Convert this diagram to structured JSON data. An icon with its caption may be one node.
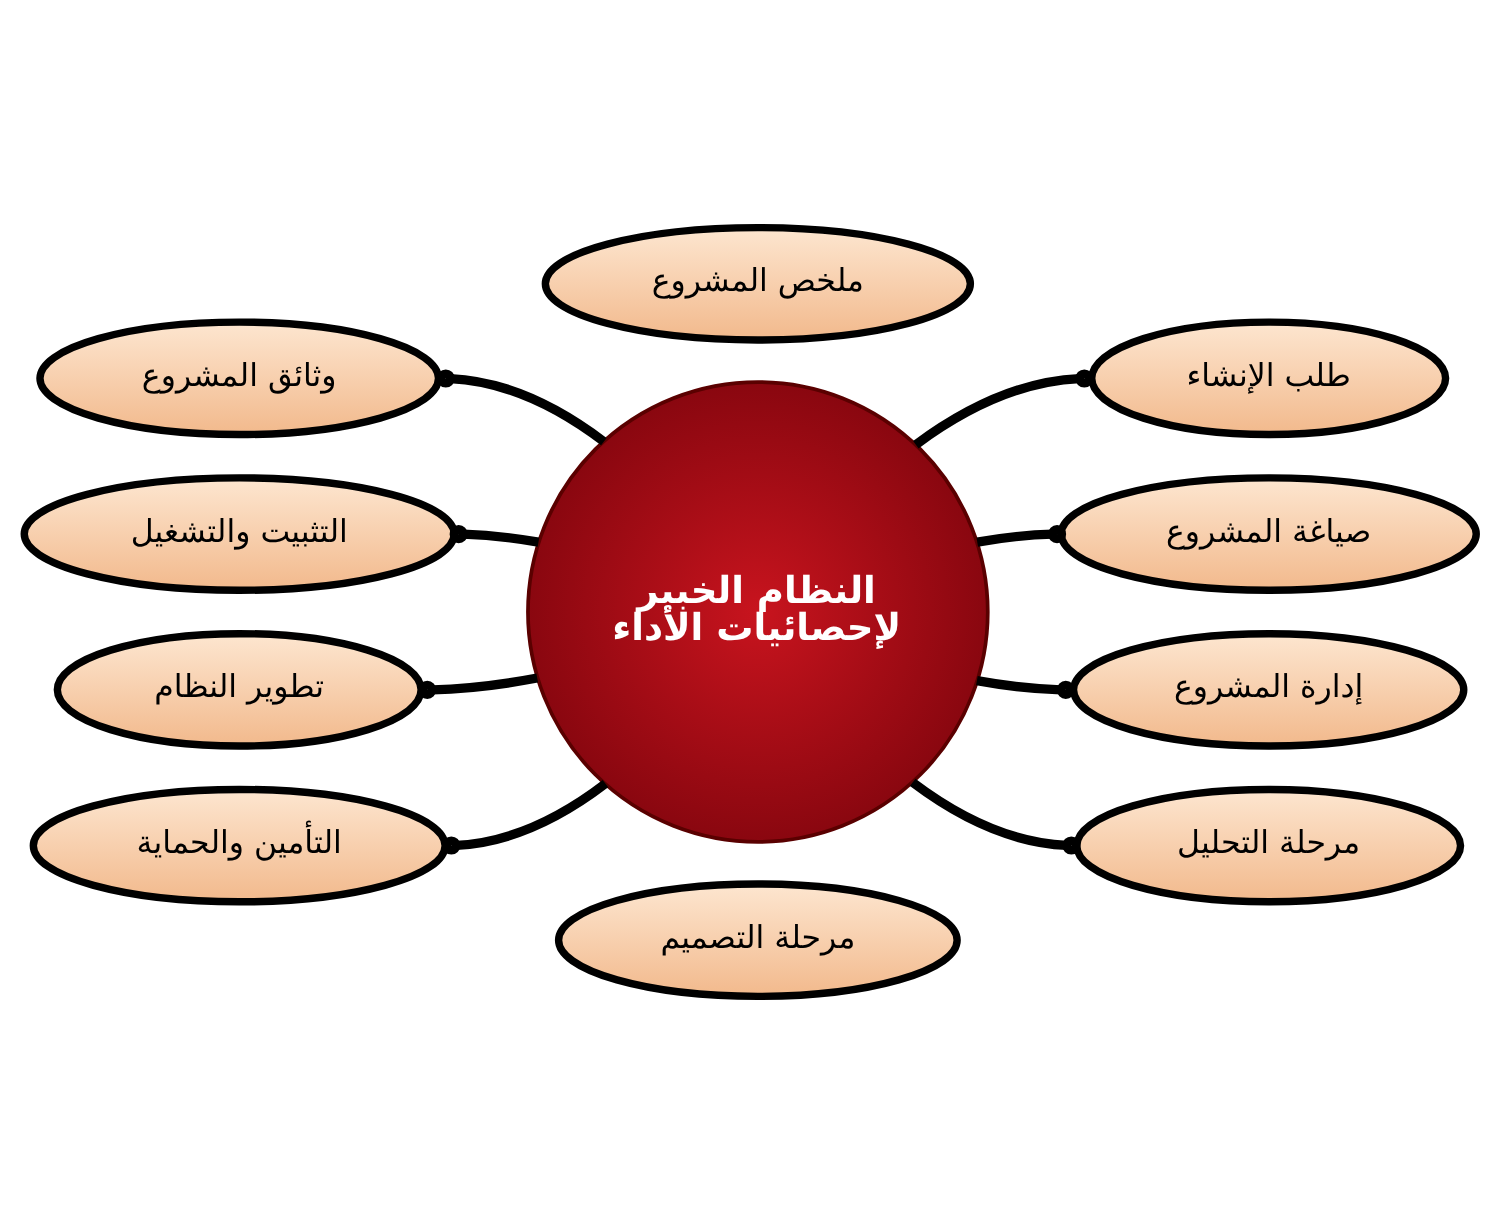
{
  "diagram": {
    "nodes": [
      {
        "text": [
          "ملخص المشروع"
        ]
      },
      {
        "text": [
          "طلب الإنشاء"
        ]
      },
      {
        "text": [
          "وثائق المشروع"
        ]
      },
      {
        "text": [
          "صياغة المشروع"
        ]
      },
      {
        "text": [
          "التثبيت والتشغيل"
        ]
      },
      {
        "text": [
          "النظام الخبير لإحصائيات الأداء"
        ]
      },
      {
        "text": [
          "إدارة المشروع"
        ]
      },
      {
        "text": [
          "تطوير النظام"
        ]
      },
      {
        "text": [
          "مرحلة التحليل"
        ]
      },
      {
        "text": [
          "التأمين والحماية"
        ]
      },
      {
        "text": [
          "مرحلة التصميم"
        ]
      }
    ],
    "edges": [
      {
        "from": 5,
        "to": 1,
        "arrow": "other"
      },
      {
        "from": 5,
        "to": 2,
        "arrow": "other"
      },
      {
        "from": 5,
        "to": 3,
        "arrow": "other"
      },
      {
        "from": 5,
        "to": 4,
        "arrow": "other"
      },
      {
        "from": 5,
        "to": 6,
        "arrow": "other"
      },
      {
        "from": 5,
        "to": 7,
        "arrow": "other"
      },
      {
        "from": 5,
        "to": 8,
        "arrow": "other"
      },
      {
        "from": 5,
        "to": 9,
        "arrow": "other"
      }
    ]
  }
}
